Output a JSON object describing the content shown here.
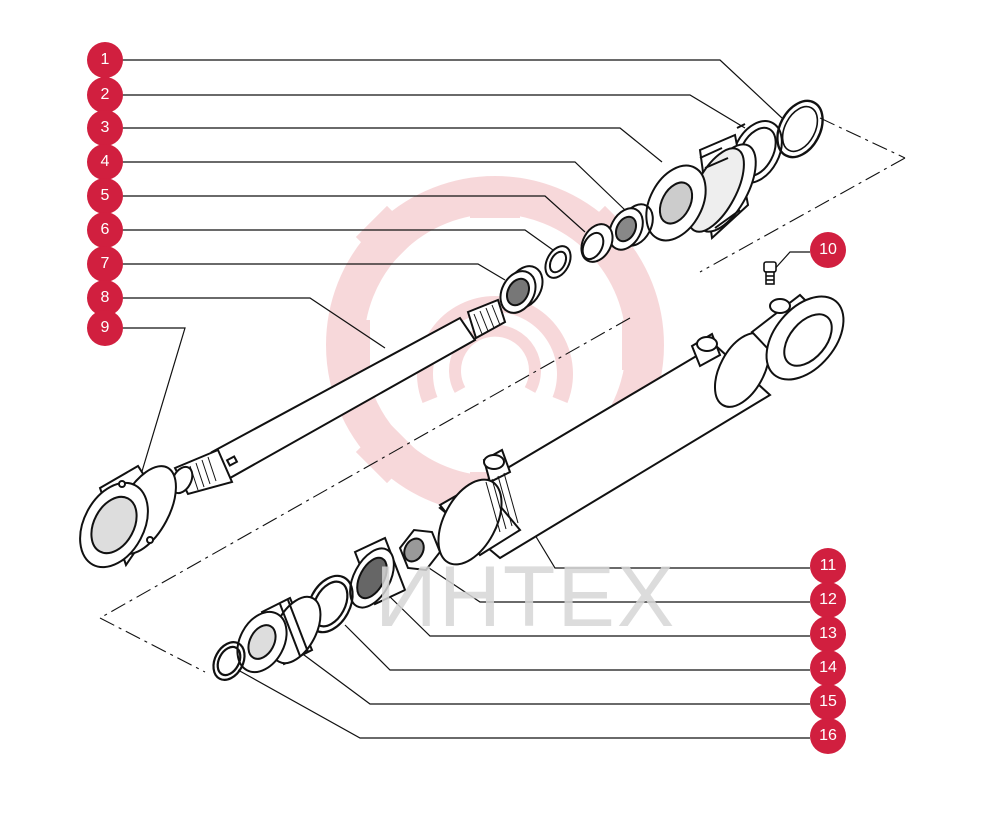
{
  "diagram": {
    "callout_color": "#d11f3f",
    "watermark_color": "#f2b9bd",
    "line_color": "#111111",
    "callouts_left": [
      "1",
      "2",
      "3",
      "4",
      "5",
      "6",
      "7",
      "8",
      "9"
    ],
    "callouts_right": [
      "10",
      "11",
      "12",
      "13",
      "14",
      "15",
      "16"
    ]
  },
  "watermark": {
    "text": "ИНТЕХ"
  }
}
